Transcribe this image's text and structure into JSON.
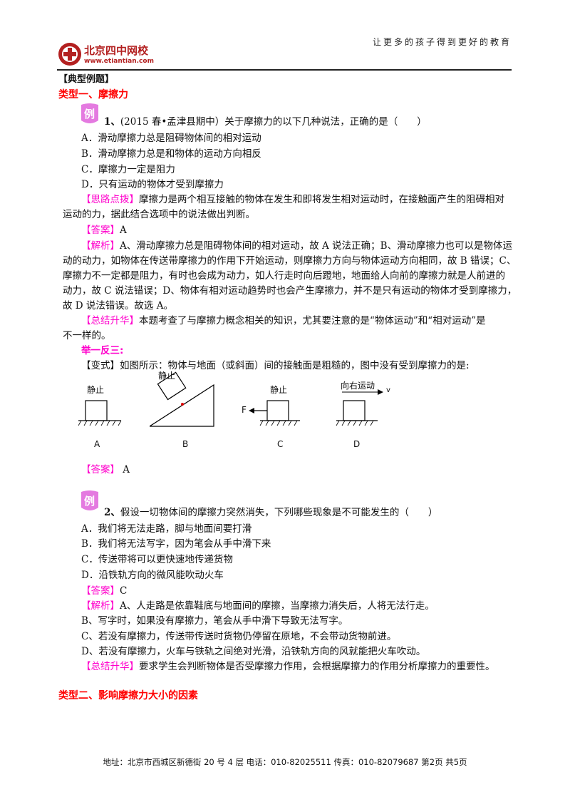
{
  "header": {
    "slogan": "让更多的孩子得到更好的教育",
    "logo_text": "北京四中网校",
    "logo_url": "www.etiantian.com"
  },
  "section_title": "【典型例题】",
  "type1_title": "类型一、摩擦力",
  "q1": {
    "icon": "例",
    "number": "1、",
    "stem": "(2015 春•孟津县期中）关于摩擦力的以下几种说法，正确的是（　　）",
    "options": [
      "A．滑动摩擦力总是阻碍物体间的相对运动",
      "B．滑动摩擦力总是和物体的运动方向相反",
      "C．摩擦力一定是阻力",
      "D．只有运动的物体才受到摩擦力"
    ],
    "hint_label": "【思路点拨】",
    "hint_lines": [
      "摩擦力是两个相互接触的物体在发生和即将发生相对运动时，在接触面产生的阻碍相对",
      "运动的力，据此结合选项中的说法做出判断。"
    ],
    "answer_label": "【答案】",
    "answer": "A",
    "analysis_label": "【解析】",
    "analysis_lines": [
      "A、滑动摩擦力总是阻碍物体间的相对运动，故 A 说法正确；B、滑动摩擦力也可以是物体运",
      "动的动力，如物体在传送带摩擦力的作用下开始运动，则摩擦力方向与物体运动方向相同，故 B 错误；C、",
      "摩擦力不一定都是阻力，有时也会成为动力，如人行走时向后蹬地，地面给人向前的摩擦力就是人前进的",
      "动力，故 C 说法错误；D、物体有相对运动趋势时也会产生摩擦力，并不是只有运动的物体才受到摩擦力，",
      "故 D 说法错误。故选 A。"
    ],
    "summary_label": "【总结升华】",
    "summary_lines": [
      "本题考查了与摩擦力概念相关的知识，尤其要注意的是“物体运动”和“相对运动”是",
      "不一样的。"
    ]
  },
  "variant": {
    "title": "举一反三:",
    "label": "【变式】",
    "stem": "如图所示：物体与地面（或斜面）间的接触面是粗糙的，图中没有受到摩擦力的是:",
    "figures": [
      {
        "letter": "A",
        "text": "静止"
      },
      {
        "letter": "B",
        "text": "静止"
      },
      {
        "letter": "C",
        "text": "静止",
        "force": "F"
      },
      {
        "letter": "D",
        "text": "向右运动",
        "velocity": "v"
      }
    ],
    "answer_label": "【答案】",
    "answer": "A"
  },
  "q2": {
    "icon": "例",
    "number": "2、",
    "stem": "假设一切物体间的摩擦力突然消失，下列哪些现象是不可能发生的（　　）",
    "options": [
      "A．我们将无法走路，脚与地面间要打滑",
      "B．我们将无法写字，因为笔会从手中滑下来",
      "C．传送带将可以更快速地传递货物",
      "D．沿铁轨方向的微风能吹动火车"
    ],
    "answer_label": "【答案】",
    "answer": "C",
    "analysis_label": "【解析】",
    "analysis_lines": [
      "A、人走路是依靠鞋底与地面间的摩擦，当摩擦力消失后，人将无法行走。",
      "B、写字时，如果没有摩擦力，笔会从手中滑下导致无法写字。",
      "C、若没有摩擦力，传送带传送时货物仍停留在原地，不会带动货物前进。",
      "D、若没有摩擦力，火车与铁轨之间绝对光滑，沿铁轨方向的风就能把火车吹动。"
    ],
    "summary_label": "【总结升华】",
    "summary": "要求学生会判断物体是否受摩擦力作用，会根据摩擦力的作用分析摩擦力的重要性。"
  },
  "type2_title": "类型二、影响摩擦力大小的因素",
  "footer": "地址：北京市西城区新德街 20 号 4 层  电话：010-82025511  传真：010-82079687   第2页  共5页"
}
